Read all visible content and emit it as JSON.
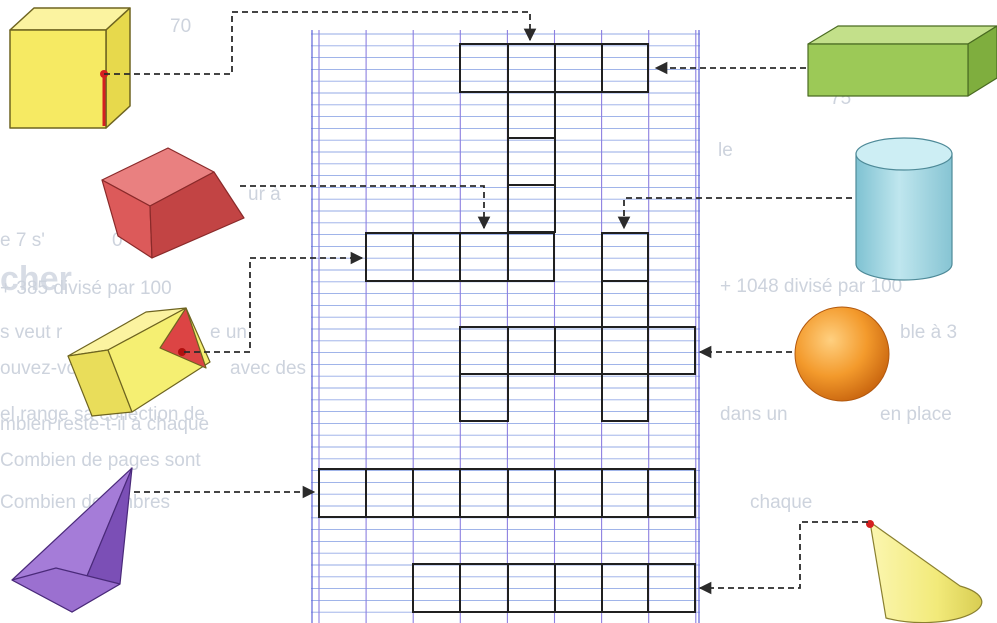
{
  "colors": {
    "background": "#ffffff",
    "paper_horizontal_lines": "#93a9e6",
    "paper_vertical_lines": "#8c7fe0",
    "paper_margin_lines": "#5f63d8",
    "net_outline": "#202020",
    "arrow": "#2b2b2b",
    "yellow_prism": "#f6ea63",
    "green_box": "#9cc957",
    "red_cube": "#dc5a5a",
    "cylinder": "#a9dbe6",
    "sphere": "#f39a2c",
    "triangular_prism": "#f5ef72",
    "pyramid": "#8d63c4",
    "cone": "#f5ee85",
    "marker": "#d42020"
  },
  "background_text": [
    "70",
    "75",
    "le",
    "ur à",
    "e 7 s'",
    "0",
    "cher",
    "+ 385 divisé par 100",
    "+ 1048 divisé par 100",
    "s veut r",
    "e un",
    "ble à 3",
    "ouvez-vous",
    "avec des",
    "el range sa collection de",
    "dans un",
    "en place",
    "Combien de pages sont",
    "Combien de timbres",
    "mbien reste-t-il à chaque",
    "chaque"
  ],
  "shapes": [
    {
      "name": "prism-pentagonal",
      "icon": "yellow-prism-icon"
    },
    {
      "name": "rectangular-box",
      "icon": "green-box-icon"
    },
    {
      "name": "cube",
      "icon": "red-cube-icon"
    },
    {
      "name": "cylinder",
      "icon": "cylinder-icon"
    },
    {
      "name": "triangular-prism",
      "icon": "triangular-prism-icon"
    },
    {
      "name": "sphere",
      "icon": "sphere-icon"
    },
    {
      "name": "pyramid",
      "icon": "pyramid-icon"
    },
    {
      "name": "cone",
      "icon": "cone-icon"
    }
  ],
  "nets": [
    {
      "name": "net-top",
      "target_shape": "prism-pentagonal"
    },
    {
      "name": "net-middle-left",
      "target_shape": "cube"
    },
    {
      "name": "net-middle-cross",
      "target_shape": "cylinder"
    },
    {
      "name": "net-triangular",
      "target_shape": "triangular-prism"
    },
    {
      "name": "net-sphere",
      "target_shape": "sphere"
    },
    {
      "name": "net-pyramid",
      "target_shape": "pyramid"
    },
    {
      "name": "net-bottom",
      "target_shape": "cone"
    }
  ]
}
